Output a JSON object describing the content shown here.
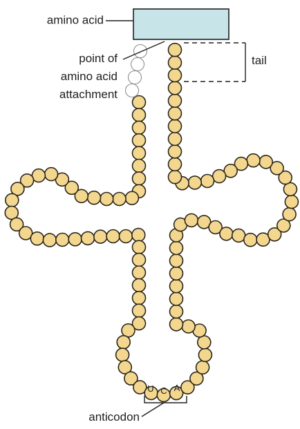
{
  "labels": {
    "amino_acid": "amino acid",
    "attachment_line1": "point of",
    "attachment_line2": "amino acid",
    "attachment_line3": "attachment",
    "tail": "tail",
    "anticodon": "anticodon"
  },
  "anticodon_bases": [
    "U",
    "C",
    "A"
  ],
  "colors": {
    "bead_fill": "#f3d78f",
    "bead_stroke": "#2a2419",
    "amino_acid_box": "#c7e4e8",
    "ghost_beads": "#8c8c8c"
  }
}
